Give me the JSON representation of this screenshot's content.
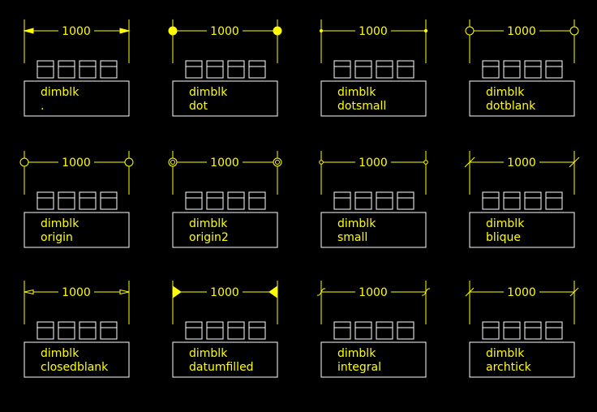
{
  "colors": {
    "background": "#000000",
    "dimension": "#ffff00",
    "frame": "#ffffff"
  },
  "cells": [
    {
      "dim_value": "1000",
      "label_line1": "dimblk",
      "label_line2": ".",
      "arrow_style": "closed-filled"
    },
    {
      "dim_value": "1000",
      "label_line1": "dimblk",
      "label_line2": "dot",
      "arrow_style": "dot"
    },
    {
      "dim_value": "1000",
      "label_line1": "dimblk",
      "label_line2": "dotsmall",
      "arrow_style": "dotsmall"
    },
    {
      "dim_value": "1000",
      "label_line1": "dimblk",
      "label_line2": "dotblank",
      "arrow_style": "dotblank"
    },
    {
      "dim_value": "1000",
      "label_line1": "dimblk",
      "label_line2": "origin",
      "arrow_style": "origin"
    },
    {
      "dim_value": "1000",
      "label_line1": "dimblk",
      "label_line2": "origin2",
      "arrow_style": "origin2"
    },
    {
      "dim_value": "1000",
      "label_line1": "dimblk",
      "label_line2": "small",
      "arrow_style": "small"
    },
    {
      "dim_value": "1000",
      "label_line1": "dimblk",
      "label_line2": "blique",
      "arrow_style": "oblique"
    },
    {
      "dim_value": "1000",
      "label_line1": "dimblk",
      "label_line2": "closedblank",
      "arrow_style": "closedblank"
    },
    {
      "dim_value": "1000",
      "label_line1": "dimblk",
      "label_line2": "datumfilled",
      "arrow_style": "datumfilled"
    },
    {
      "dim_value": "1000",
      "label_line1": "dimblk",
      "label_line2": "integral",
      "arrow_style": "integral"
    },
    {
      "dim_value": "1000",
      "label_line1": "dimblk",
      "label_line2": "archtick",
      "arrow_style": "archtick"
    }
  ]
}
